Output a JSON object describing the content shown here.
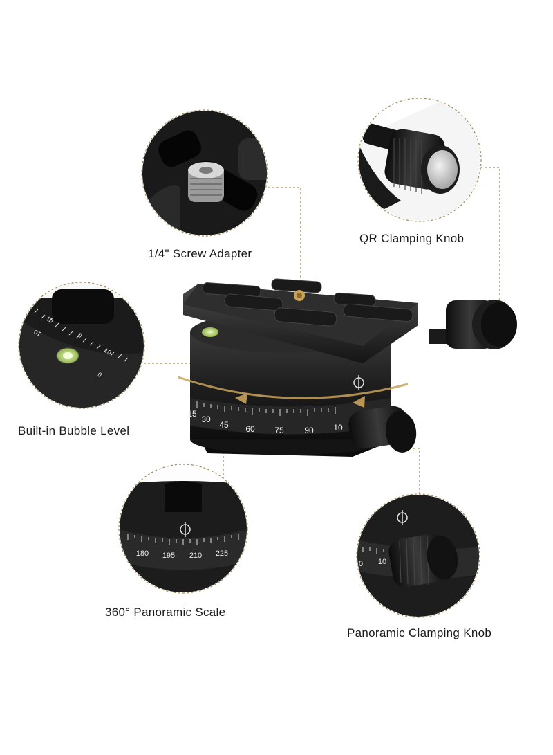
{
  "labels": {
    "screw_adapter": "1/4\" Screw Adapter",
    "qr_clamping_knob": "QR Clamping Knob",
    "bubble_level": "Built-in Bubble Level",
    "panoramic_scale": "360° Panoramic Scale",
    "panoramic_clamping_knob": "Panoramic Clamping Knob"
  },
  "scale_ticks_main": [
    "15",
    "30",
    "45",
    "60",
    "75",
    "90",
    "10"
  ],
  "scale_ticks_detail": [
    "180",
    "195",
    "210",
    "225"
  ],
  "scale_ticks_knob_detail": [
    "0",
    "10"
  ],
  "level_ticks": [
    "10",
    "0",
    "10",
    "10",
    "0"
  ],
  "colors": {
    "accent_leader": "#a08a5c",
    "body": "#1c1c1c",
    "scale_band": "#2a2a2a",
    "arrow_gold": "#c9a25a"
  }
}
